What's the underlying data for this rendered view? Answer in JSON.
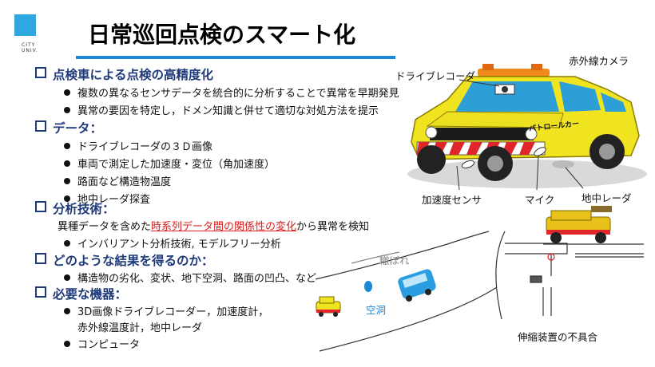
{
  "logo": {
    "text": "CITY\nUNIV."
  },
  "title": "日常巡回点検のスマート化",
  "sections": [
    {
      "heading": "点検車による点検の高精度化",
      "bullets": [
        "複数の異なるセンサデータを統合的に分析することで異常を早期発見",
        "異常の要因を特定し，ドメン知識と併せて適切な対処方法を提示"
      ]
    },
    {
      "heading": "データ：",
      "bullets": [
        "ドライブレコーダの３Ｄ画像",
        "車両で測定した加速度・変位（角加速度）",
        "路面など構造物温度",
        "地中レーダ探査"
      ]
    },
    {
      "heading": "分析技術：",
      "line_prefix": "異種データを含めた",
      "line_highlight": "時系列データ間の関係性の変化",
      "line_suffix": "から異常を検知",
      "bullets": [
        "インバリアント分析技術, モデルフリー分析"
      ]
    },
    {
      "heading": "どのような結果を得るのか：",
      "bullets": [
        "構造物の劣化、変状、地下空洞、路面の凹凸、など"
      ]
    },
    {
      "heading": "必要な機器：",
      "bullets": [
        "3D画像ドライブレコーダー，加速度計，",
        "コンピュータ"
      ],
      "continuation": "赤外線温度計，地中レーダ"
    }
  ],
  "car_labels": {
    "drive_recorder": "ドライブレコーダ",
    "infrared_camera": "赤外線カメラ",
    "accel_sensor": "加速度センサ",
    "mic": "マイク",
    "gpr": "地中レーダ",
    "vehicle_text": "パトロールカー"
  },
  "road_labels": {
    "rut": "轍ぼれ",
    "cavity": "空洞"
  },
  "joint_label": "伸縮装置の不具合",
  "colors": {
    "heading": "#1f3a7a",
    "accent": "#1e88d8",
    "highlight": "#d81e1e",
    "vehicle": "#f0e320"
  }
}
